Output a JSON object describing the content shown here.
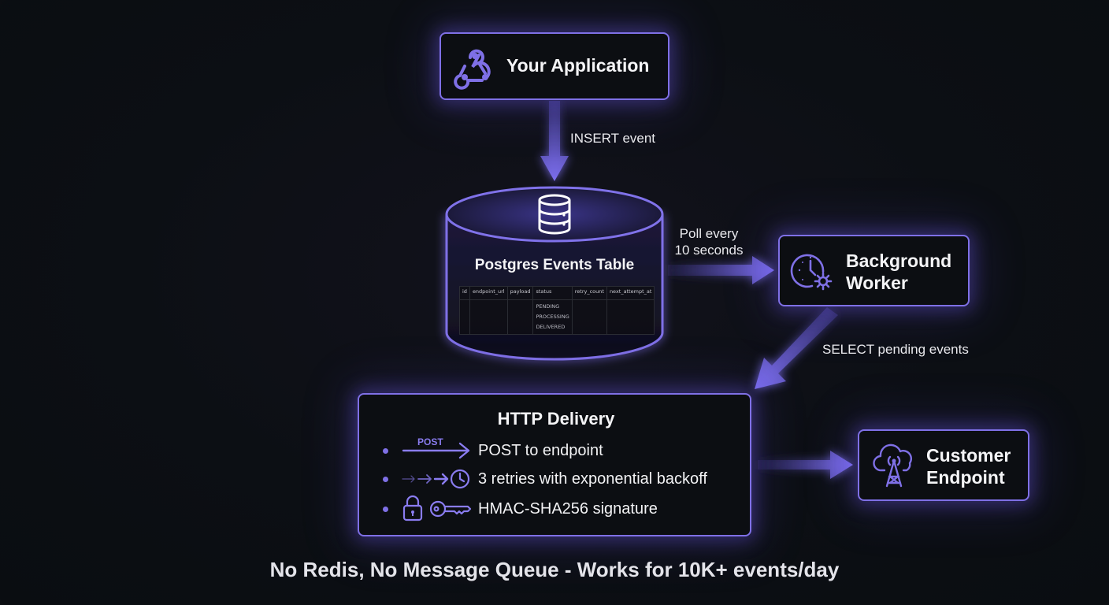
{
  "nodes": {
    "app": {
      "title": "Your Application",
      "icon": "webhook-icon"
    },
    "db": {
      "title": "Postgres Events Table",
      "icon": "database-icon"
    },
    "worker": {
      "title_line1": "Background",
      "title_line2": "Worker",
      "icon": "clock-gear-icon"
    },
    "delivery": {
      "title": "HTTP Delivery",
      "items": [
        {
          "icon": "post-arrow-icon",
          "icon_label": "POST",
          "text": "POST to endpoint"
        },
        {
          "icon": "retry-clock-icon",
          "text": "3 retries with exponential backoff"
        },
        {
          "icon": "lock-key-icon",
          "text": "HMAC-SHA256 signature"
        }
      ]
    },
    "customer": {
      "title_line1": "Customer",
      "title_line2": "Endpoint",
      "icon": "cloud-tower-icon"
    }
  },
  "table": {
    "columns": [
      "id",
      "endpoint_url",
      "payload",
      "status",
      "retry_count",
      "next_attempt_at"
    ],
    "status_values": [
      "PENDING",
      "PROCESSING",
      "DELIVERED"
    ]
  },
  "edges": {
    "insert": "INSERT event",
    "poll_line1": "Poll every",
    "poll_line2": "10 seconds",
    "select": "SELECT pending events"
  },
  "footer": "No Redis, No Message Queue - Works for 10K+ events/day",
  "colors": {
    "accent": "#7f70e6",
    "background": "#0b0e12",
    "text": "#f2f2f4"
  }
}
